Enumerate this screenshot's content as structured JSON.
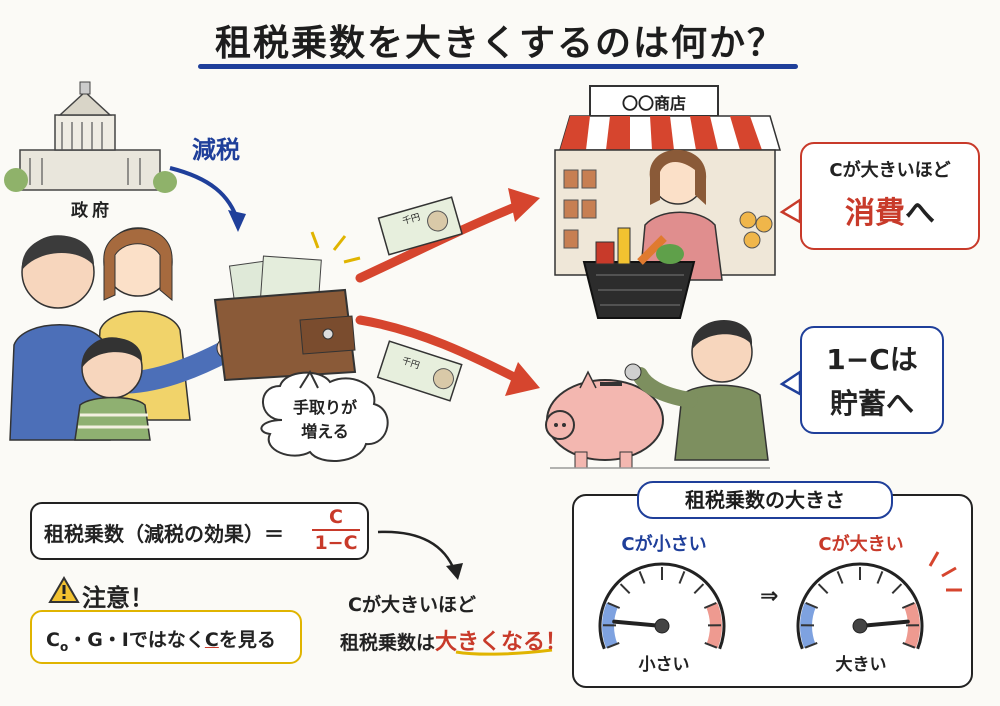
{
  "title": "租税乗数を大きくするのは何か？",
  "government": {
    "label": "政府"
  },
  "tax_cut": {
    "label": "減税"
  },
  "take_home": {
    "line1": "手取りが",
    "line2": "増える"
  },
  "shop": {
    "sign": "〇〇商店"
  },
  "bills": {
    "top_label": "千円",
    "bottom_label": "千円",
    "denomination": "1000"
  },
  "consumption_box": {
    "line1": "Cが大きいほど",
    "line2_red": "消費",
    "line2_rest": "へ"
  },
  "savings_box": {
    "line1": "1−Cは",
    "line2": "貯蓄へ"
  },
  "formula": {
    "label": "租税乗数（減税の効果）＝",
    "numerator": "C",
    "denominator": "1−C"
  },
  "result": {
    "line1": "Cが大きいほど",
    "line2_prefix": "租税乗数は",
    "line2_emph": "大きくなる！"
  },
  "note": {
    "heading": "注意！",
    "body_prefix": "C",
    "body_sub": "o",
    "body_mid": "・G・Iではなく",
    "body_c": "C",
    "body_suffix": "を見る"
  },
  "gauge_section": {
    "title": "租税乗数の大きさ",
    "small": {
      "header_c": "C",
      "header_rest": "が小さい",
      "label": "小さい",
      "level": 0.12
    },
    "big": {
      "header_c": "C",
      "header_rest": "が大きい",
      "label": "大きい",
      "level": 0.88
    },
    "arrow": "⇒"
  },
  "colors": {
    "red": "#c83a2a",
    "blue": "#1f3f9a",
    "yellow": "#e0b400"
  }
}
